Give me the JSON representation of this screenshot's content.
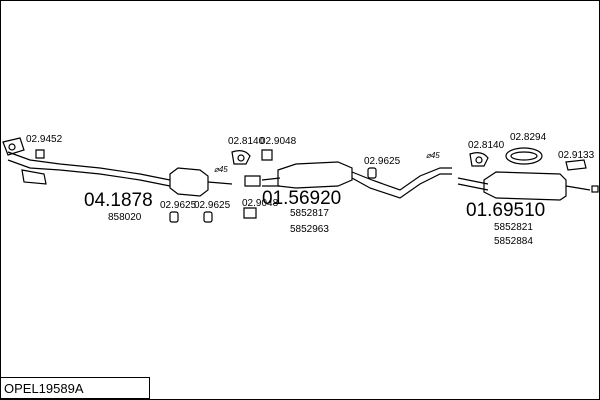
{
  "title": "OPEL19589A",
  "parts": {
    "clip_front": "02.9452",
    "front_pipe_code": "04.1878",
    "front_pipe_oe": "858020",
    "front_rubber_1": "02.9625",
    "front_rubber_2": "02.9625",
    "diameter_1": "⌀45",
    "clamp_1": "02.8140",
    "gasket_1": "02.9048",
    "gasket_2": "02.9048",
    "middle_code": "01.56920",
    "middle_oe_1": "5852817",
    "middle_oe_2": "5852963",
    "middle_rubber": "02.9625",
    "diameter_2": "⌀45",
    "clamp_2": "02.8140",
    "ring": "02.8294",
    "rear_rubber": "02.9133",
    "rear_code": "01.69510",
    "rear_oe_1": "5852821",
    "rear_oe_2": "5852884"
  }
}
